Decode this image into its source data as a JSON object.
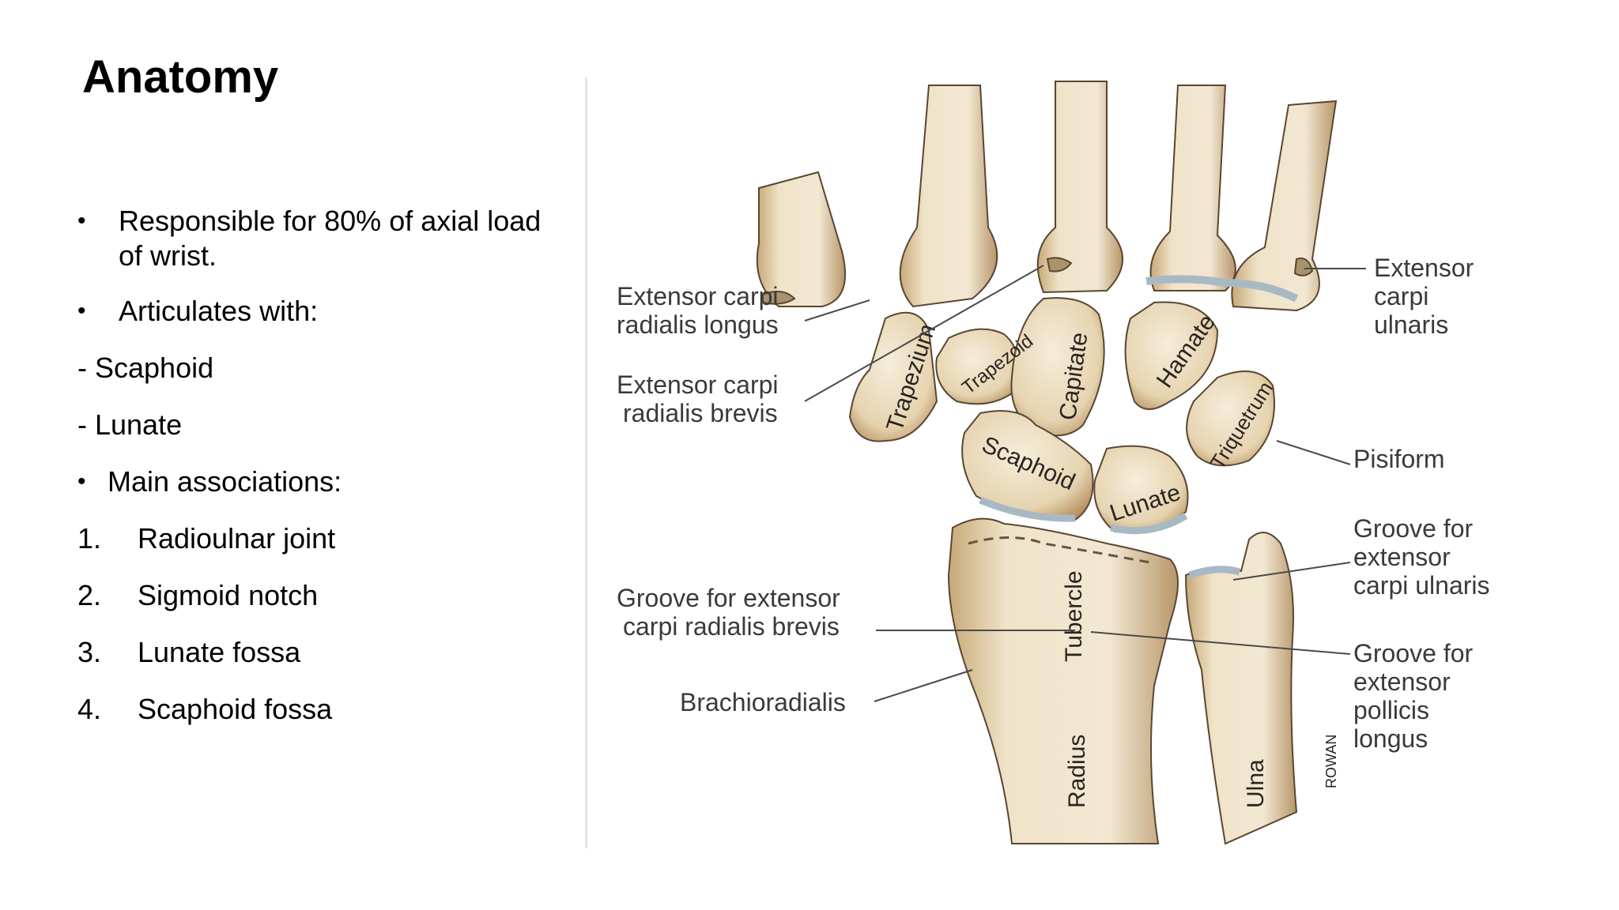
{
  "slide": {
    "title": "Anatomy",
    "bullets": {
      "b1": "Responsible for 80% of axial load of wrist.",
      "b2": "Articulates with:",
      "d1": "- Scaphoid",
      "d2": "- Lunate",
      "b3": "Main associations:"
    },
    "numbered": [
      {
        "n": "1.",
        "text": "Radioulnar joint"
      },
      {
        "n": "2.",
        "text": "Sigmoid notch"
      },
      {
        "n": "3.",
        "text": "Lunate fossa"
      },
      {
        "n": "4.",
        "text": "Scaphoid fossa"
      }
    ],
    "bullet_char": "•"
  },
  "diagram": {
    "colors": {
      "bone": "#efe3c8",
      "bone_shade": "#c9a97a",
      "cartilage": "#a9b9c4",
      "outline": "#5a4632"
    },
    "labels": {
      "ecrl_1": "Extensor carpi",
      "ecrl_2": "radialis longus",
      "ecrb_1": "Extensor carpi",
      "ecrb_2": "radialis brevis",
      "ecu_1": "Extensor",
      "ecu_2": "carpi",
      "ecu_3": "ulnaris",
      "pisiform": "Pisiform",
      "gecu_1": "Groove for",
      "gecu_2": "extensor",
      "gecu_3": "carpi ulnaris",
      "gecrb_1": "Groove for extensor",
      "gecrb_2": "carpi radialis brevis",
      "gepl_1": "Groove for",
      "gepl_2": "extensor",
      "gepl_3": "pollicis",
      "gepl_4": "longus",
      "brachioradialis": "Brachioradialis"
    },
    "bones": {
      "trapezium": "Trapezium",
      "trapezoid": "Trapezoid",
      "capitate": "Capitate",
      "hamate": "Hamate",
      "triquetrum": "Triquetrum",
      "scaphoid": "Scaphoid",
      "lunate": "Lunate",
      "tubercle": "Tubercle",
      "radius": "Radius",
      "ulna": "Ulna"
    },
    "signature": "ROWAN"
  }
}
